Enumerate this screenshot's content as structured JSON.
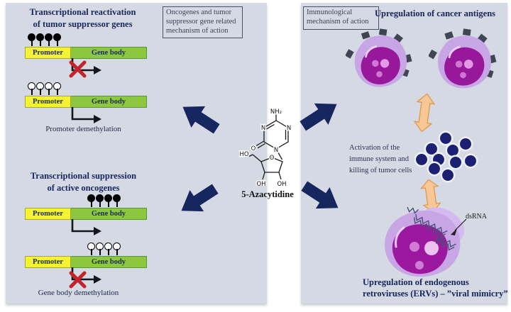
{
  "left_panel": {
    "mechanism_box": "Oncogenes and tumor suppressor gene related mechanism of action",
    "reactivation": {
      "title": "Transcriptional reactivation\nof tumor suppressor genes",
      "diagrams": [
        {
          "marks": "methylated promoter",
          "transcription": "blocked"
        },
        {
          "marks": "demethylated promoter",
          "transcription": "active"
        }
      ],
      "caption": "Promoter demethylation"
    },
    "suppression": {
      "title": "Transcriptional suppression\nof active oncogenes",
      "diagrams": [
        {
          "marks": "methylated gene body",
          "transcription": "active"
        },
        {
          "marks": "demethylated gene body",
          "transcription": "blocked"
        }
      ],
      "caption": "Gene body demethylation"
    },
    "gene_bar": {
      "promoter": "Promoter",
      "gene_body": "Gene body"
    }
  },
  "molecule": {
    "name": "5-Azacytidine",
    "atoms": {
      "nh2": "NH₂",
      "n": "N",
      "o": "O",
      "ho": "HO",
      "oh": "OH",
      "ring_o": "O"
    }
  },
  "right_panel": {
    "mechanism_box": "Immunological mechanism of action",
    "cancer_antigens_heading": "Upregulation of cancer antigens",
    "immune_activation_text": "Activation of the immune system and killing of tumor cells",
    "dsrna_label": "dsRNA",
    "erv_caption": "Upregulation of endogenous\nretroviruses (ERVs) – ”viral mimicry”"
  },
  "colors": {
    "panel_bg": "#d4d9e4",
    "navy_arrow": "#16265e",
    "promoter_yellow": "#f3f233",
    "gene_body_green": "#8dc63f",
    "red_x": "#c4232b",
    "orange_arrow": "#f7c795",
    "cancer_cell_outer": "#c8a5e5",
    "cancer_cell_inner": "#97189a",
    "immune_cell": "#1c1f72"
  }
}
